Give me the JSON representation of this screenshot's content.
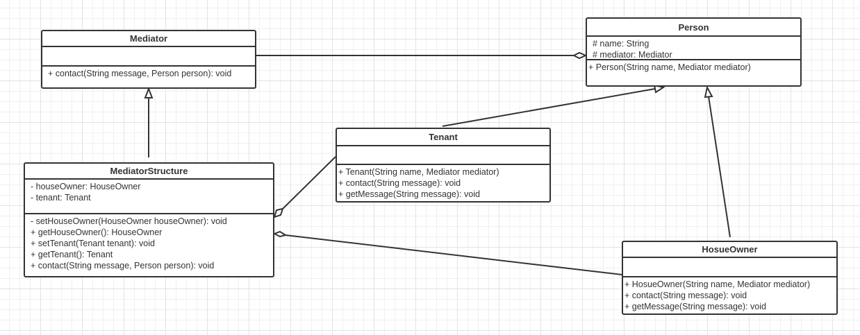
{
  "classes": [
    {
      "id": "mediator",
      "name": "Mediator",
      "attributes": [],
      "methods": [
        "+  contact(String message, Person person): void"
      ]
    },
    {
      "id": "person",
      "name": "Person",
      "attributes": [
        "# name: String",
        "# mediator: Mediator"
      ],
      "methods": [
        "+ Person(String name, Mediator mediator)"
      ]
    },
    {
      "id": "tenant",
      "name": "Tenant",
      "attributes": [],
      "methods": [
        "+ Tenant(String name, Mediator mediator)",
        "+ contact(String message): void",
        "+ getMessage(String message): void"
      ]
    },
    {
      "id": "mediator-structure",
      "name": "MediatorStructure",
      "attributes": [
        "- houseOwner: HouseOwner",
        "- tenant: Tenant"
      ],
      "methods": [
        "- setHouseOwner(HouseOwner houseOwner): void",
        "+ getHouseOwner(): HouseOwner",
        "+ setTenant(Tenant tenant): void",
        "+ getTenant(): Tenant",
        "+ contact(String message, Person person): void"
      ]
    },
    {
      "id": "hosue-owner",
      "name": "HosueOwner",
      "attributes": [],
      "methods": [
        "+ HosueOwner(String name, Mediator mediator)",
        "+ contact(String message): void",
        "+ getMessage(String message): void"
      ]
    }
  ],
  "relations": [
    {
      "type": "aggregation",
      "from": "mediator",
      "to": "person"
    },
    {
      "type": "generalization",
      "from": "mediator-structure",
      "to": "mediator"
    },
    {
      "type": "generalization",
      "from": "tenant",
      "to": "person"
    },
    {
      "type": "generalization",
      "from": "hosue-owner",
      "to": "person"
    },
    {
      "type": "aggregation",
      "from": "tenant",
      "to": "mediator-structure"
    },
    {
      "type": "aggregation",
      "from": "hosue-owner",
      "to": "mediator-structure"
    }
  ]
}
